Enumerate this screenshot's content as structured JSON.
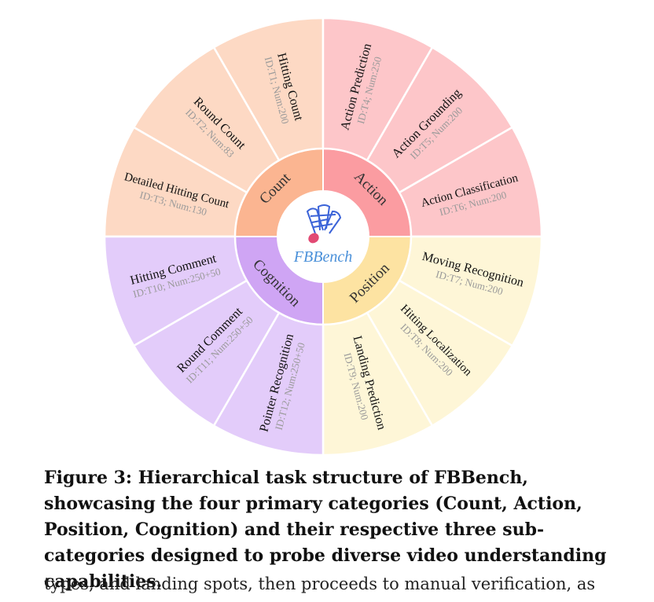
{
  "center": {
    "title": "FBBench",
    "icon": "shuttlecock-icon"
  },
  "categories": [
    {
      "label": "Count",
      "color": "#fbb591",
      "ring_color": "#fdd9c4",
      "subs": [
        {
          "name": "Hitting Count",
          "meta": "ID:T1; Num:200"
        },
        {
          "name": "Round Count",
          "meta": "ID:T2; Num:83"
        },
        {
          "name": "Detailed Hitting Count",
          "meta": "ID:T3; Num:130"
        }
      ]
    },
    {
      "label": "Action",
      "color": "#fb9ca1",
      "ring_color": "#fdc6c9",
      "subs": [
        {
          "name": "Action Prediction",
          "meta": "ID:T4; Num:250"
        },
        {
          "name": "Action Grounding",
          "meta": "ID:T5; Num:200"
        },
        {
          "name": "Action Classification",
          "meta": "ID:T6; Num:200"
        }
      ]
    },
    {
      "label": "Position",
      "color": "#fde3a2",
      "ring_color": "#fef6d7",
      "subs": [
        {
          "name": "Moving Recognition",
          "meta": "ID:T7; Num:200"
        },
        {
          "name": "Hitting Localization",
          "meta": "ID:T8; Num:200"
        },
        {
          "name": "Landing Prediction",
          "meta": "ID:T9; Num:200"
        }
      ]
    },
    {
      "label": "Cognition",
      "color": "#cfa5f4",
      "ring_color": "#e3ccfa",
      "subs": [
        {
          "name": "Hitting Comment",
          "meta": "ID:T10; Num:250+50"
        },
        {
          "name": "Round Comment",
          "meta": "ID:T11; Num:250+50"
        },
        {
          "name": "Pointer Recognition",
          "meta": "ID:T12; Num:250+50"
        }
      ]
    }
  ],
  "caption": "Figure 3: Hierarchical task structure of FBBench, showcasing the four primary categories (Count, Action, Position, Cognition) and their respective three sub-categories designed to probe diverse video understanding capabilities.",
  "body_text": "types, and landing spots, then proceeds to manual verification, as"
}
